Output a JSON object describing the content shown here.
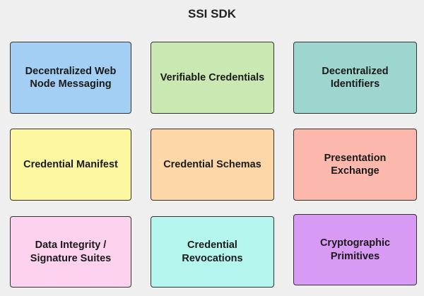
{
  "diagram": {
    "title": "SSI SDK",
    "boxes": [
      {
        "label": "Decentralized Web\nNode Messaging",
        "color": "#a3cff5"
      },
      {
        "label": "Verifiable Credentials",
        "color": "#c9e8b2"
      },
      {
        "label": "Decentralized\nIdentifiers",
        "color": "#9dd6cf"
      },
      {
        "label": "Credential Manifest",
        "color": "#fdf7a1"
      },
      {
        "label": "Credential Schemas",
        "color": "#fdd7a7"
      },
      {
        "label": "Presentation Exchange",
        "color": "#fcb8ad"
      },
      {
        "label": "Data Integrity /\nSignature Suites",
        "color": "#fdd2ee"
      },
      {
        "label": "Credential Revocations",
        "color": "#b4f6ee"
      },
      {
        "label": "Cryptographic\nPrimitives",
        "color": "#d99af5"
      }
    ]
  }
}
